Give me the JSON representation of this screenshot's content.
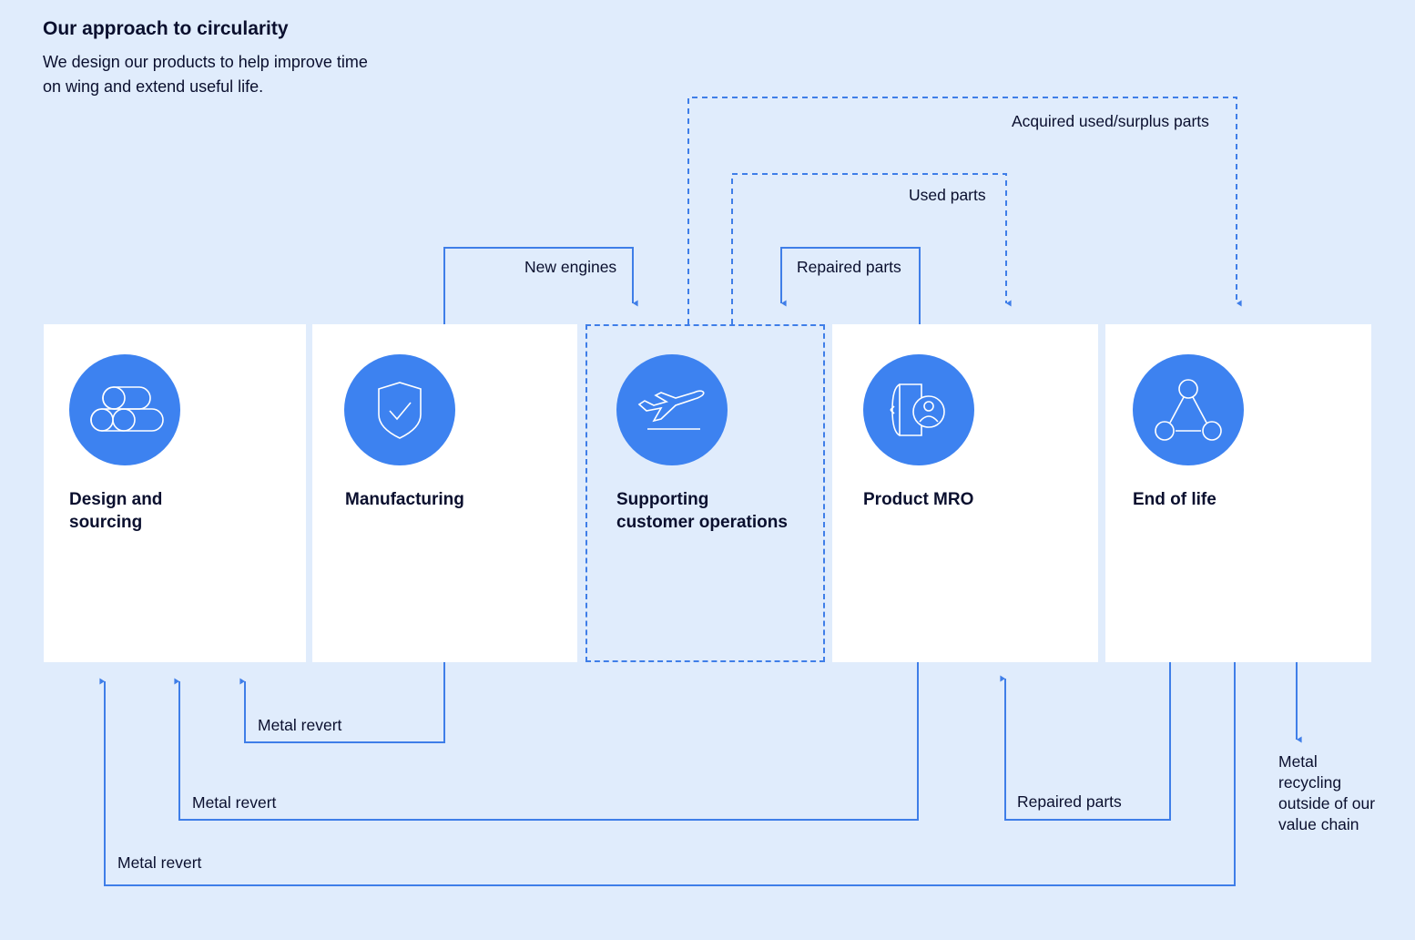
{
  "header": {
    "title": "Our approach to circularity",
    "subtitle": "We design our products to help improve time on wing and extend useful life."
  },
  "stages": [
    {
      "label": "Design and\nsourcing",
      "icon": "pipes-icon"
    },
    {
      "label": "Manufacturing",
      "icon": "shield-check-icon"
    },
    {
      "label": "Supporting\ncustomer operations",
      "icon": "airplane-takeoff-icon"
    },
    {
      "label": "Product MRO",
      "icon": "engine-technician-icon"
    },
    {
      "label": "End of life",
      "icon": "network-nodes-icon"
    }
  ],
  "flows": {
    "new_engines": "New engines",
    "repaired_parts_top": "Repaired parts",
    "used_parts": "Used parts",
    "acquired_parts": "Acquired used/surplus parts",
    "metal_revert_1": "Metal revert",
    "metal_revert_2": "Metal revert",
    "metal_revert_3": "Metal revert",
    "repaired_parts_bottom": "Repaired parts",
    "metal_recycling": "Metal\nrecycling\noutside of our\nvalue chain"
  },
  "colors": {
    "background": "#e0ecfc",
    "accent": "#3d82f0",
    "line": "#3f7ee8",
    "card": "#ffffff",
    "text": "#0a0f2e"
  }
}
